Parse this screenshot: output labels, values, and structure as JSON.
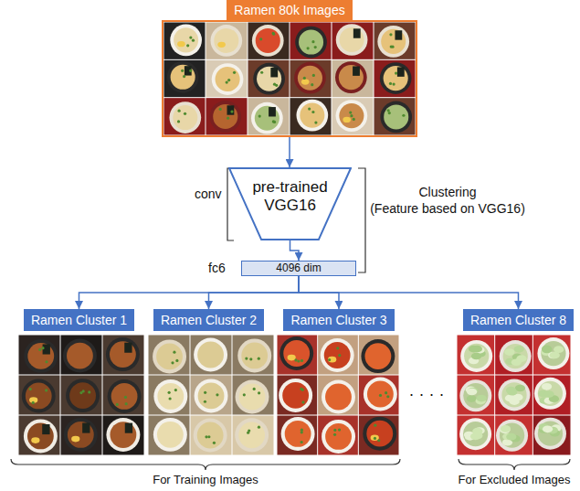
{
  "diagram": {
    "nodes": [
      {
        "text": [
          "Ramen 80k Images"
        ]
      },
      {
        "text": [
          "pre-trained VGG16"
        ]
      },
      {
        "text": [
          "4096 dim"
        ]
      },
      {
        "text": [
          "Ramen Cluster 1"
        ]
      },
      {
        "text": [
          "Ramen Cluster 2"
        ]
      },
      {
        "text": [
          "Ramen Cluster 3"
        ]
      },
      {
        "text": [
          "Ramen Cluster 8"
        ]
      }
    ],
    "edges": [
      {
        "from": 0,
        "to": 1,
        "arrow": "to"
      },
      {
        "from": 1,
        "to": 2,
        "arrow": "to"
      },
      {
        "from": 2,
        "to": 3,
        "arrow": "to"
      },
      {
        "from": 2,
        "to": 4,
        "arrow": "to"
      },
      {
        "from": 2,
        "to": 5,
        "arrow": "to"
      },
      {
        "from": 2,
        "to": 6,
        "arrow": "to"
      }
    ],
    "labels": [
      "conv",
      "Clustering",
      "(Feature based on VGG16)",
      "fc6",
      "· · · ·",
      "For Training Images",
      "For Excluded Images"
    ]
  }
}
